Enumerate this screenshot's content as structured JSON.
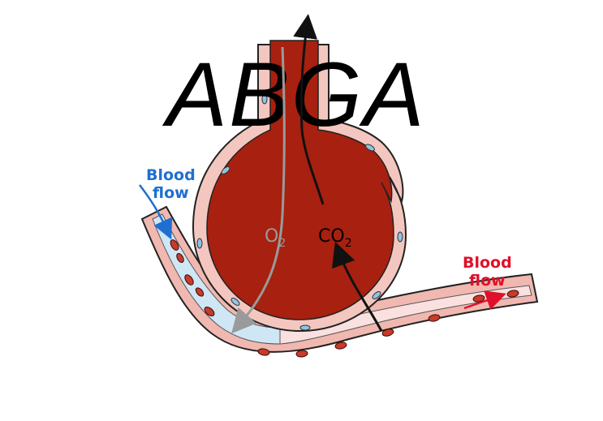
{
  "title": "ABGA",
  "labels": {
    "flow_in_line1": "Blood",
    "flow_in_line2": "flow",
    "flow_out_line1": "Blood",
    "flow_out_line2": "flow",
    "o2_main": "O",
    "o2_sub": "2",
    "co2_main": "CO",
    "co2_sub": "2"
  },
  "colors": {
    "alveolus_fill": "#a8200f",
    "alveolus_wall": "#f3c7bf",
    "vessel_wall": "#f0b8b0",
    "deoxygenated_blood": "#cfe6f5",
    "oxygenated_blood": "#fbe0e0",
    "red_cell": "#c83a2a",
    "flow_in_color": "#1f6fd1",
    "flow_out_color": "#e0102a",
    "o2_arrow": "#9a9a9a",
    "co2_arrow": "#111111"
  }
}
